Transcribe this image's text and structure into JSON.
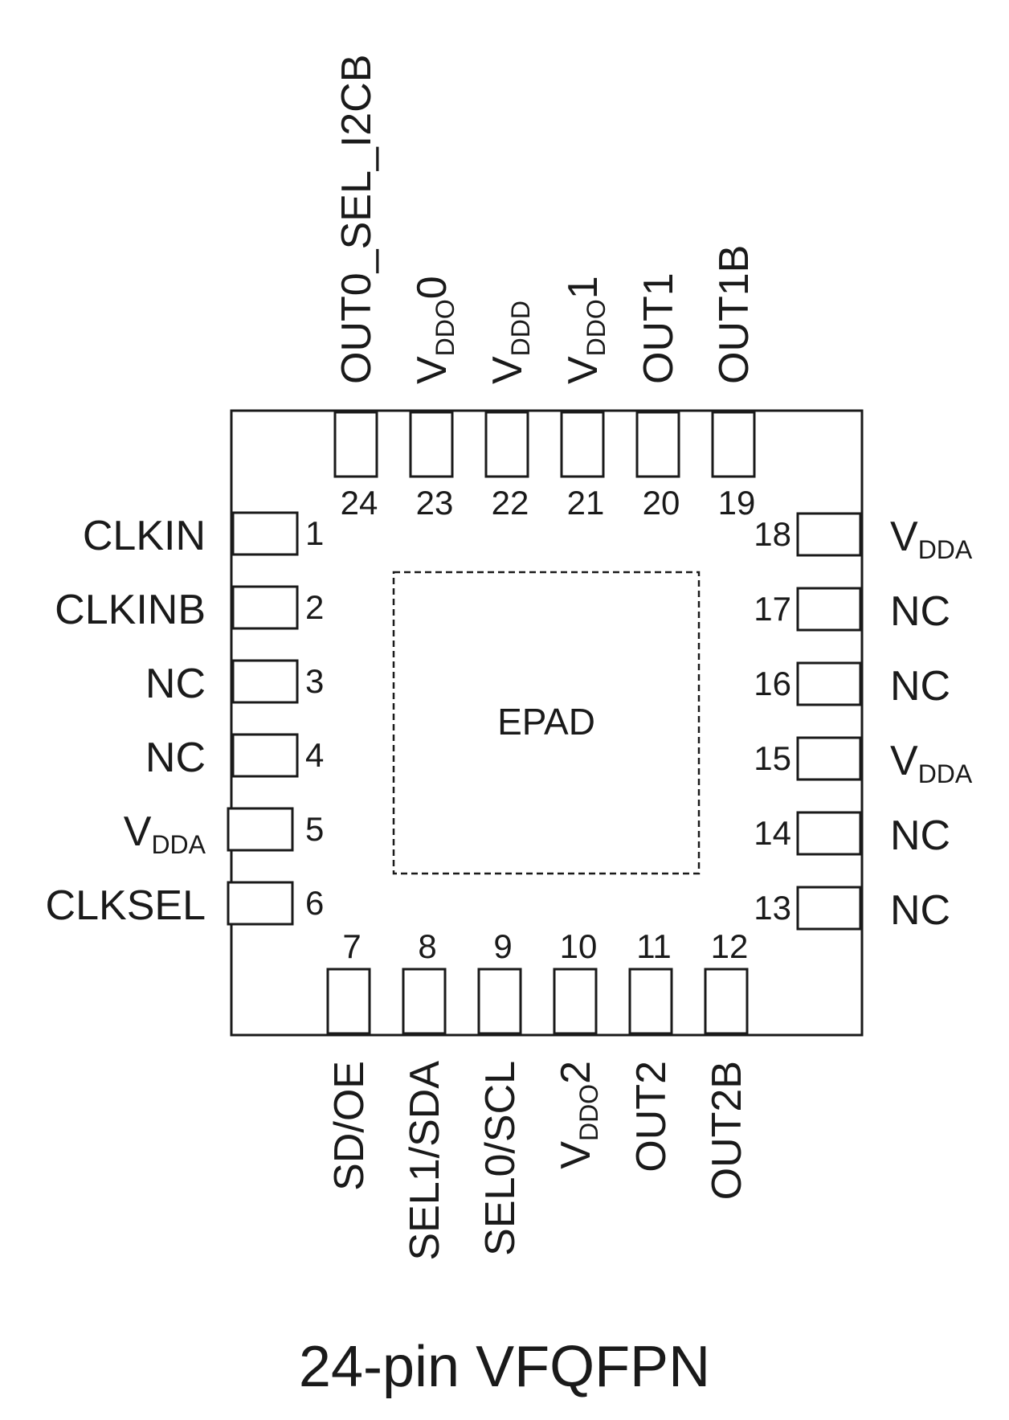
{
  "package": {
    "caption": "24-pin VFQFPN",
    "center_label": "EPAD"
  },
  "pins": {
    "left": [
      {
        "num": "1",
        "name": "CLKIN"
      },
      {
        "num": "2",
        "name": "CLKINB"
      },
      {
        "num": "3",
        "name": "NC"
      },
      {
        "num": "4",
        "name": "NC"
      },
      {
        "num": "5",
        "name": "V",
        "sub": "DDA",
        "suffix": ""
      },
      {
        "num": "6",
        "name": "CLKSEL"
      }
    ],
    "bottom": [
      {
        "num": "7",
        "name": "SD/OE"
      },
      {
        "num": "8",
        "name": "SEL1/SDA"
      },
      {
        "num": "9",
        "name": "SEL0/SCL"
      },
      {
        "num": "10",
        "name": "V",
        "sub": "DDO",
        "suffix": "2"
      },
      {
        "num": "11",
        "name": "OUT2"
      },
      {
        "num": "12",
        "name": "OUT2B"
      }
    ],
    "right": [
      {
        "num": "13",
        "name": "NC"
      },
      {
        "num": "14",
        "name": "NC"
      },
      {
        "num": "15",
        "name": "V",
        "sub": "DDA",
        "suffix": ""
      },
      {
        "num": "16",
        "name": "NC"
      },
      {
        "num": "17",
        "name": "NC"
      },
      {
        "num": "18",
        "name": "V",
        "sub": "DDA",
        "suffix": ""
      }
    ],
    "top": [
      {
        "num": "19",
        "name": "OUT1B"
      },
      {
        "num": "20",
        "name": "OUT1"
      },
      {
        "num": "21",
        "name": "V",
        "sub": "DDO",
        "suffix": "1"
      },
      {
        "num": "22",
        "name": "V",
        "sub": "DDD",
        "suffix": ""
      },
      {
        "num": "23",
        "name": "V",
        "sub": "DDO",
        "suffix": "0"
      },
      {
        "num": "24",
        "name": "OUT0_SEL_I2CB"
      }
    ]
  }
}
